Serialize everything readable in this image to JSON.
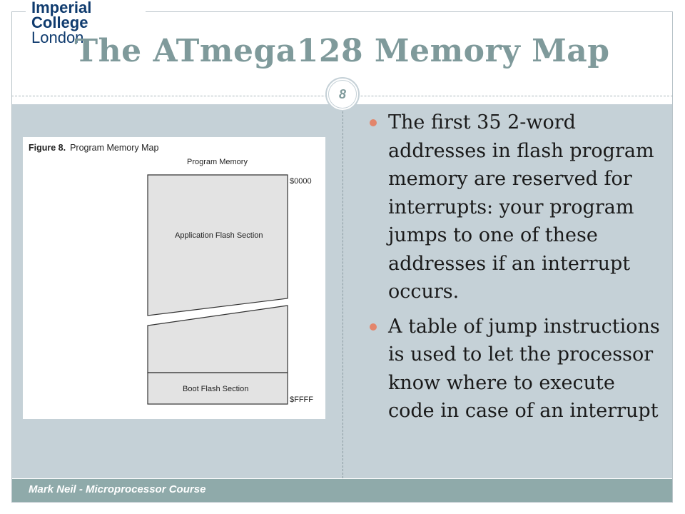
{
  "logo": {
    "line1": "Imperial College",
    "line2": "London"
  },
  "slide": {
    "title": "The ATmega128 Memory Map",
    "number": "8"
  },
  "figure": {
    "caption_bold": "Figure 8.",
    "caption_text": "Program Memory Map",
    "heading": "Program Memory",
    "start_address": "$0000",
    "end_address": "$FFFF",
    "app_section": "Application Flash Section",
    "boot_section": "Boot Flash Section"
  },
  "bullets": [
    "The first 35 2-word addresses in flash program memory are reserved for interrupts: your program jumps to one of these addresses if an interrupt occurs.",
    "A table of jump instructions is used to let the processor know where to execute code in case of an interrupt"
  ],
  "footer": {
    "text": "Mark Neil - Microprocessor Course"
  },
  "colors": {
    "title": "#7f9a9b",
    "panel": "#c5d1d7",
    "bullet": "#e3856b",
    "footer": "#8faaaa",
    "logo": "#0f3b6e"
  }
}
